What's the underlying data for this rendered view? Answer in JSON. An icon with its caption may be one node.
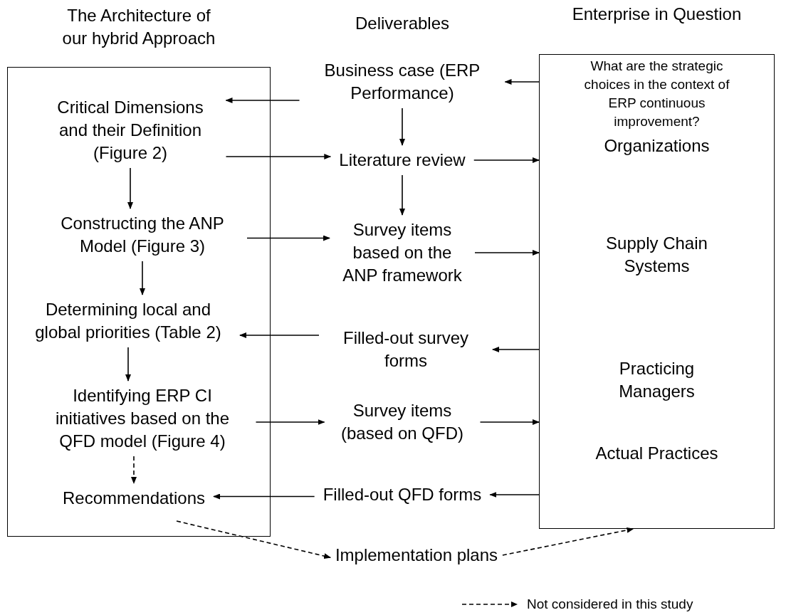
{
  "diagram": {
    "nodes": [
      {
        "text": [
          "The Architecture of our hybrid Approach"
        ]
      },
      {
        "text": [
          "Critical Dimensions and their Definition (Figure 2)"
        ],
        "in": 0
      },
      {
        "text": [
          "Constructing the ANP Model (Figure 3)"
        ],
        "in": 0
      },
      {
        "text": [
          "Determining local and global priorities (Table 2)"
        ],
        "in": 0
      },
      {
        "text": [
          "Identifying ERP CI initiatives based on the QFD model (Figure 4)"
        ],
        "in": 0
      },
      {
        "text": [
          "Recommendations"
        ],
        "in": 0
      },
      {
        "text": [
          "Business case (ERP Performance)"
        ]
      },
      {
        "text": [
          "Literature review"
        ]
      },
      {
        "text": [
          "Survey items based on the ANP framework"
        ]
      },
      {
        "text": [
          "Filled-out survey forms"
        ]
      },
      {
        "text": [
          "Survey items (based on QFD)"
        ]
      },
      {
        "text": [
          "Filled-out QFD forms"
        ]
      },
      {
        "text": [
          "Implementation plans"
        ]
      },
      {
        "text": [
          "Enterprise in Question",
          "What are the strategic choices in the context of ERP continuous improvement?",
          "Organizations",
          "Supply Chain Systems",
          "Practicing Managers",
          "Actual Practices"
        ]
      }
    ],
    "edges": [
      {
        "from": 6,
        "to": 1,
        "arrow": "to"
      },
      {
        "from": 13,
        "to": 6,
        "arrow": "to"
      },
      {
        "from": 6,
        "to": 7,
        "arrow": "to"
      },
      {
        "from": 1,
        "to": 2,
        "arrow": "to"
      },
      {
        "from": 1,
        "to": 7,
        "arrow": "to"
      },
      {
        "from": 7,
        "to": 13,
        "arrow": "to"
      },
      {
        "from": 7,
        "to": 8,
        "arrow": "to"
      },
      {
        "from": 2,
        "to": 3,
        "arrow": "to"
      },
      {
        "from": 2,
        "to": 8,
        "arrow": "to"
      },
      {
        "from": 8,
        "to": 13,
        "arrow": "to"
      },
      {
        "from": 9,
        "to": 3,
        "arrow": "to"
      },
      {
        "from": 13,
        "to": 9,
        "arrow": "to"
      },
      {
        "from": 3,
        "to": 4,
        "arrow": "to"
      },
      {
        "from": 4,
        "to": 10,
        "arrow": "to"
      },
      {
        "from": 10,
        "to": 13,
        "arrow": "to"
      },
      {
        "from": 4,
        "to": 5,
        "arrow": "to",
        "style": "dashed"
      },
      {
        "from": 11,
        "to": 5,
        "arrow": "to"
      },
      {
        "from": 13,
        "to": 11,
        "arrow": "to"
      },
      {
        "from": 5,
        "to": 12,
        "arrow": "to",
        "style": "dashed"
      },
      {
        "from": 12,
        "to": 13,
        "arrow": "to",
        "style": "dashed"
      }
    ],
    "labels": [
      "Deliverables"
    ],
    "legend": [
      {
        "text": "Not considered in this study"
      }
    ]
  }
}
